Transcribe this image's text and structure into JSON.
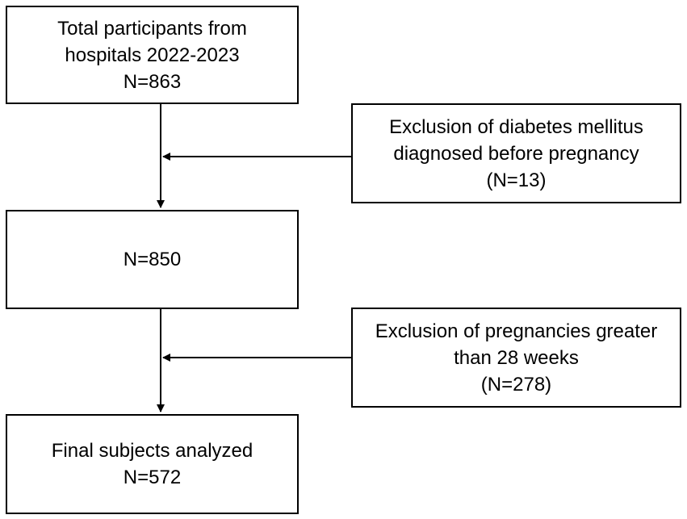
{
  "flow": {
    "total": {
      "line1": "Total participants from",
      "line2": "hospitals 2022-2023",
      "count": "N=863"
    },
    "after_first_exclusion": {
      "count": "N=850"
    },
    "final": {
      "line1": "Final subjects analyzed",
      "count": "N=572"
    },
    "exclusion_1": {
      "line1": "Exclusion of diabetes mellitus",
      "line2": "diagnosed before pregnancy",
      "count": "(N=13)"
    },
    "exclusion_2": {
      "line1": "Exclusion of pregnancies greater",
      "line2": "than 28 weeks",
      "count": "(N=278)"
    }
  },
  "colors": {
    "stroke": "#000000",
    "background": "#ffffff"
  }
}
